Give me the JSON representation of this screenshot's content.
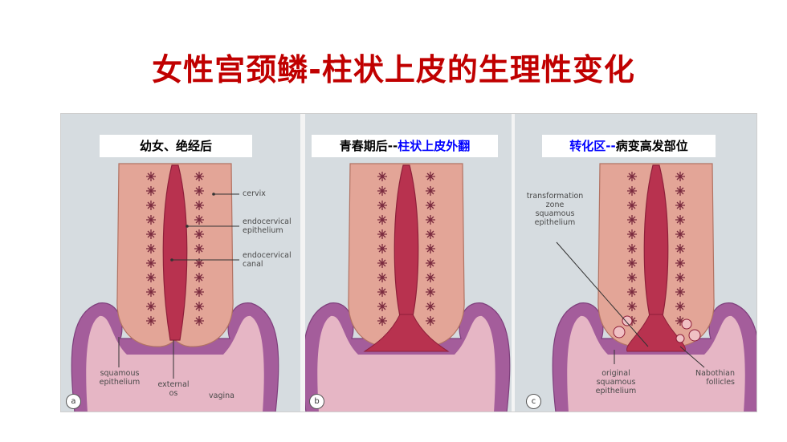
{
  "title": "女性宫颈鳞-柱状上皮的生理性变化",
  "colors": {
    "title": "#c00000",
    "caption_black": "#000000",
    "caption_blue": "#0000ff",
    "panel_bg": "#d6dce0",
    "cervix_tissue": "#e3a597",
    "canal": "#b8324f",
    "vagina_purple": "#a45d9b",
    "vagina_pink": "#e6b6c5"
  },
  "panels": [
    {
      "letter": "a",
      "caption": [
        {
          "text": "幼女、绝经后",
          "color": "black"
        }
      ],
      "labels": {
        "cervix": "cervix",
        "endocervical_epithelium": [
          "endocervical",
          "epithelium"
        ],
        "endocervical_canal": [
          "endocervical",
          "canal"
        ],
        "squamous_epithelium": [
          "squamous",
          "epithelium"
        ],
        "external_os": [
          "external",
          "os"
        ],
        "vagina": "vagina"
      }
    },
    {
      "letter": "b",
      "caption": [
        {
          "text": "青春期后--",
          "color": "black"
        },
        {
          "text": "柱状上皮外翻",
          "color": "blue"
        }
      ]
    },
    {
      "letter": "c",
      "caption": [
        {
          "text": "转化区--",
          "color": "blue"
        },
        {
          "text": "病变高发部位",
          "color": "black"
        }
      ],
      "labels": {
        "transformation_zone": [
          "transformation",
          "zone",
          "squamous",
          "epithelium"
        ],
        "original_squamous_epithelium": [
          "original",
          "squamous",
          "epithelium"
        ],
        "nabothian_follicles": [
          "Nabothian",
          "follicles"
        ]
      }
    }
  ]
}
